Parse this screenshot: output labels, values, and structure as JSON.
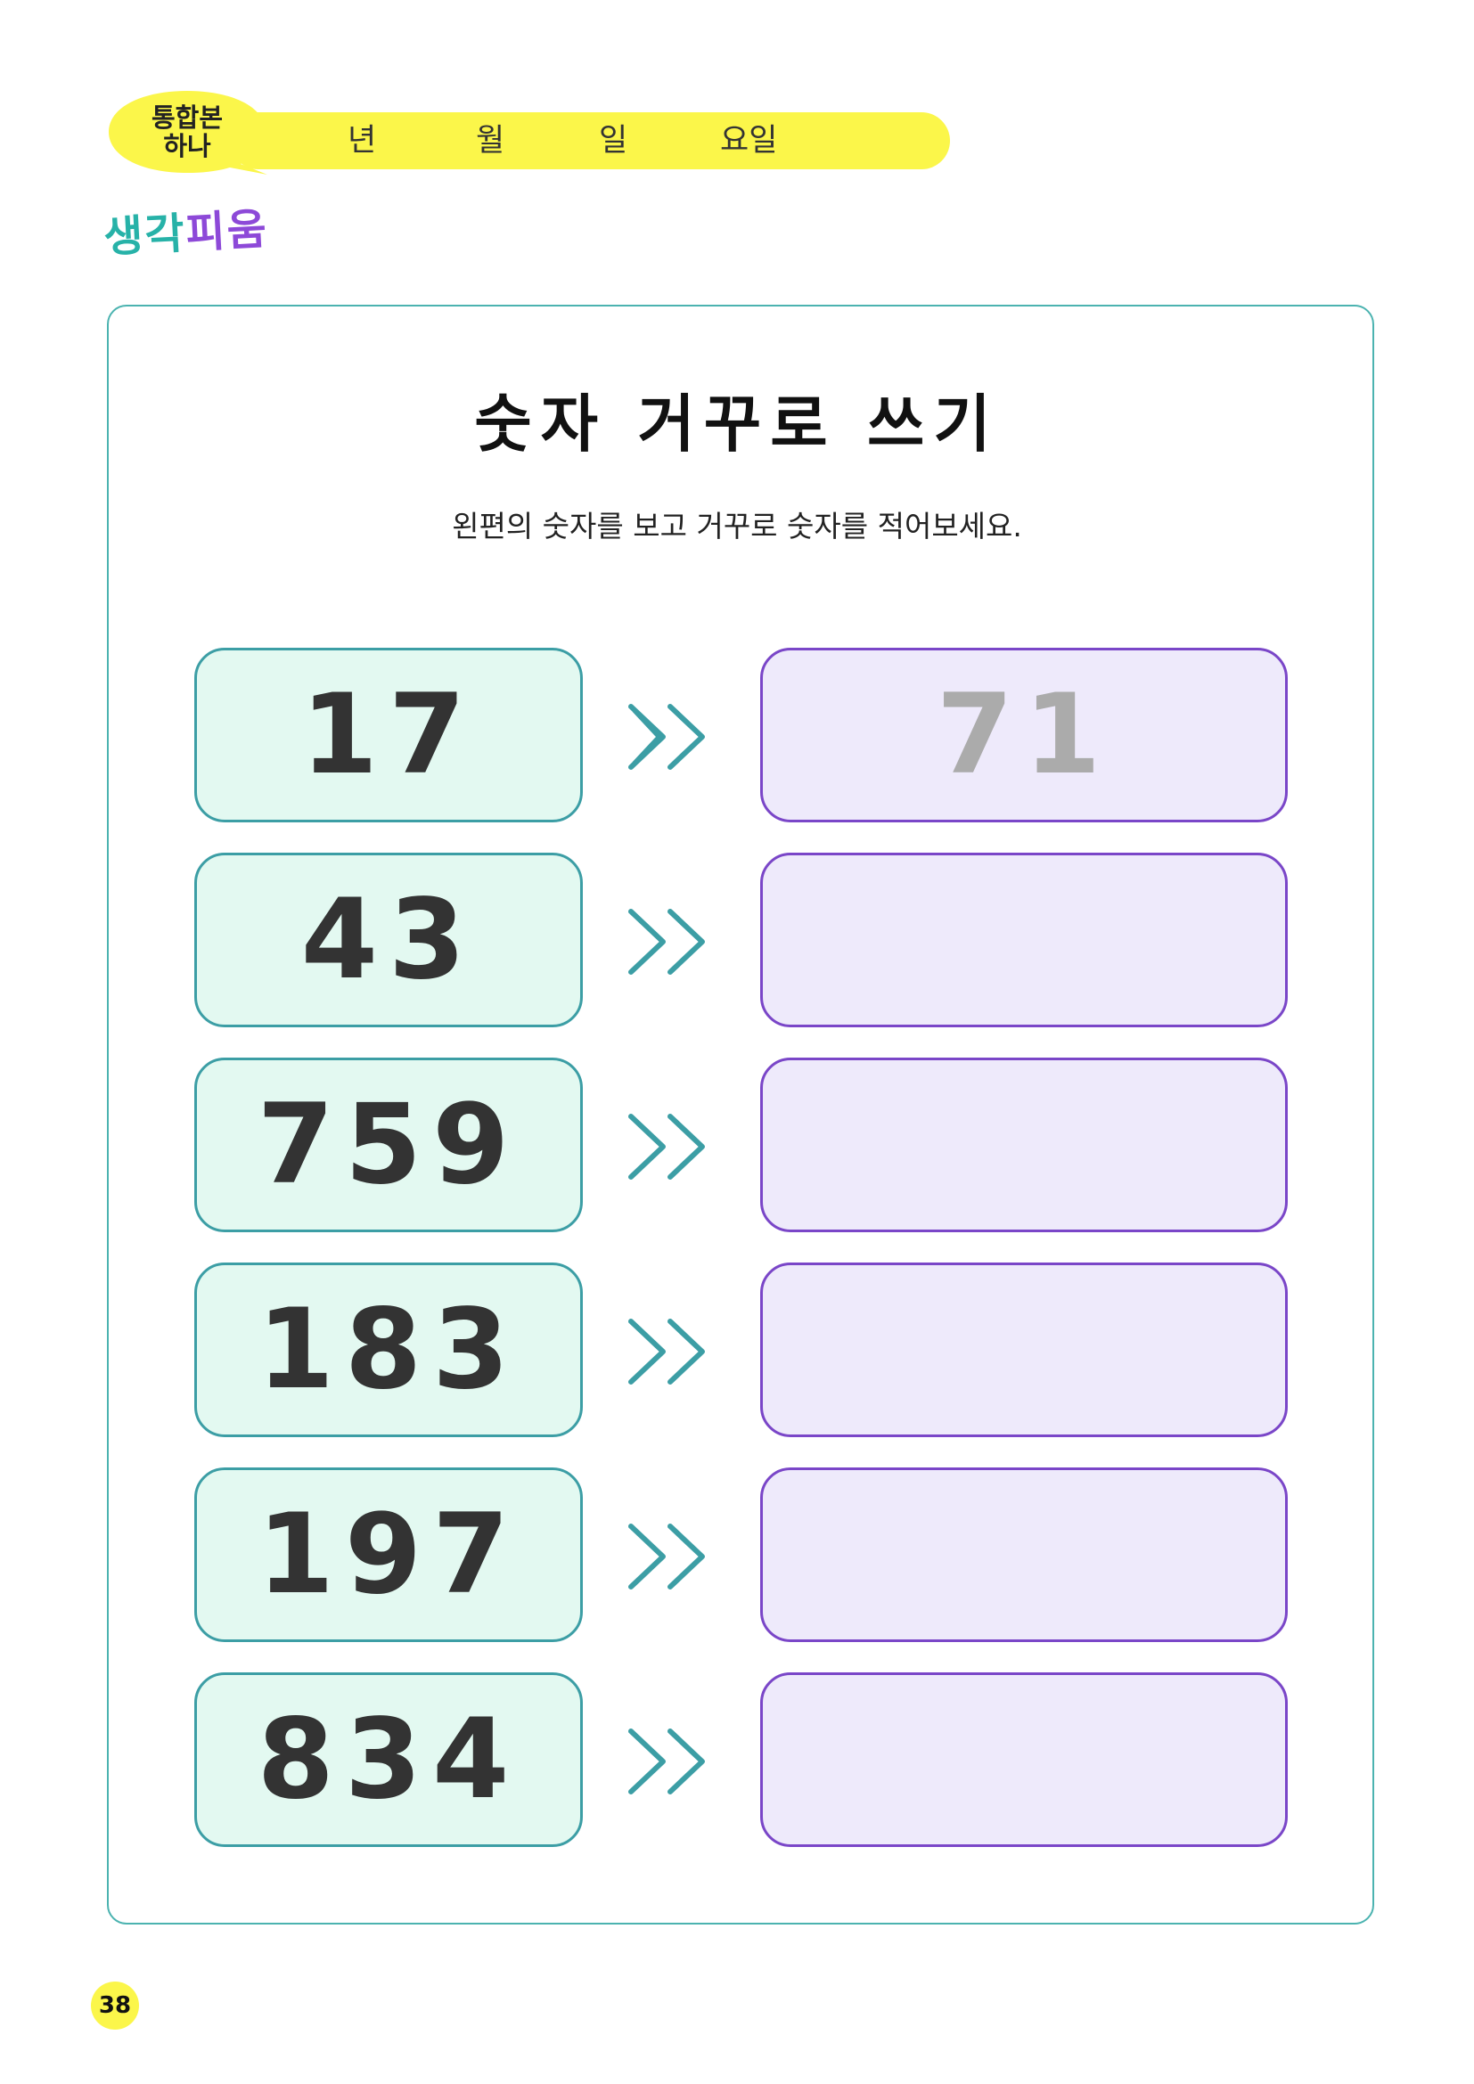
{
  "header": {
    "bubble_line1": "통합본",
    "bubble_line2": "하나",
    "brand_part1": "생각",
    "brand_part2": "피움",
    "date_labels": [
      "년",
      "월",
      "일",
      "요일"
    ]
  },
  "worksheet": {
    "title": "숫자 거꾸로 쓰기",
    "instruction": "왼편의 숫자를 보고 거꾸로 숫자를 적어보세요.",
    "rows": [
      {
        "number": "17",
        "answer": "71"
      },
      {
        "number": "43",
        "answer": ""
      },
      {
        "number": "759",
        "answer": ""
      },
      {
        "number": "183",
        "answer": ""
      },
      {
        "number": "197",
        "answer": ""
      },
      {
        "number": "834",
        "answer": ""
      }
    ]
  },
  "icons": {
    "arrow": "double-chevron-right-icon"
  },
  "colors": {
    "highlight_yellow": "#fbf64a",
    "teal_border": "#3c9ea5",
    "teal_fill": "#e3f9f1",
    "purple_border": "#7a46c8",
    "purple_fill": "#eeeafb",
    "example_answer_gray": "#ababab"
  },
  "footer": {
    "page_number": "38"
  }
}
